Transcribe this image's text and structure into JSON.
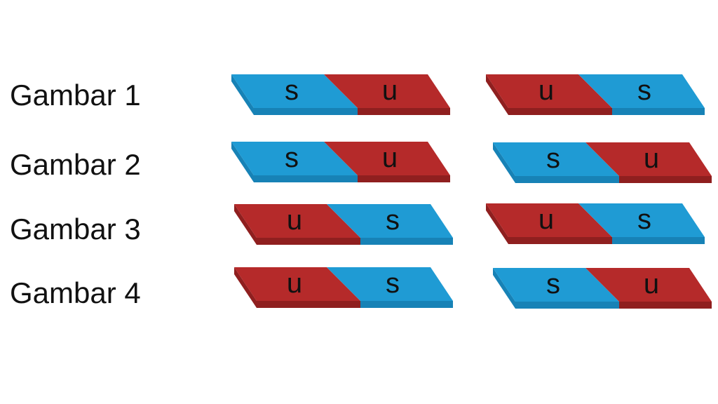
{
  "colors": {
    "s_top": "#1f9bd4",
    "s_side": "#1782b6",
    "u_top": "#b52a2a",
    "u_side": "#8f1f1f",
    "edge_s": "#1578a8",
    "edge_u": "#7e1a1a",
    "label_text": "#111111"
  },
  "rows": [
    {
      "label": "Gambar 1",
      "left_magnet": {
        "first_pole": "s",
        "second_pole": "u",
        "style": "down-right"
      },
      "right_magnet": {
        "first_pole": "u",
        "second_pole": "s",
        "style": "down-right"
      }
    },
    {
      "label": "Gambar 2",
      "left_magnet": {
        "first_pole": "s",
        "second_pole": "u",
        "style": "down-right"
      },
      "right_magnet": {
        "first_pole": "s",
        "second_pole": "u",
        "style": "down-right"
      }
    },
    {
      "label": "Gambar 3",
      "left_magnet": {
        "first_pole": "u",
        "second_pole": "s",
        "style": "down-right"
      },
      "right_magnet": {
        "first_pole": "u",
        "second_pole": "s",
        "style": "down-right"
      }
    },
    {
      "label": "Gambar 4",
      "left_magnet": {
        "first_pole": "u",
        "second_pole": "s",
        "style": "down-right"
      },
      "right_magnet": {
        "first_pole": "s",
        "second_pole": "u",
        "style": "down-right"
      }
    }
  ]
}
